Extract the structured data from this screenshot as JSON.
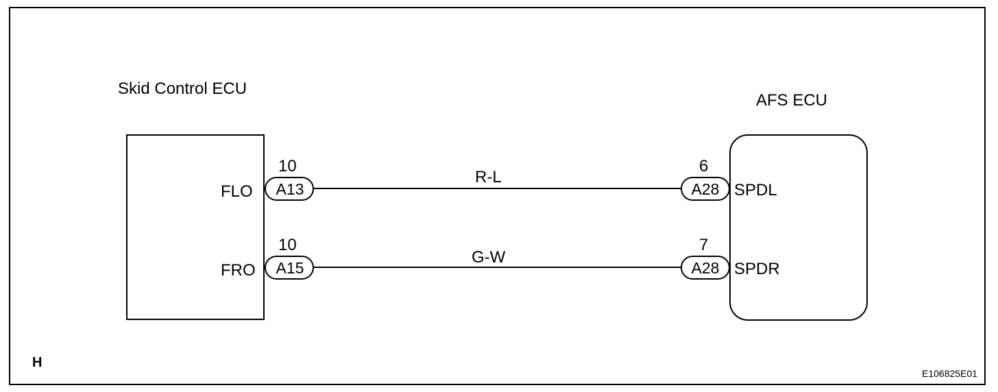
{
  "components": {
    "left_ecu": "Skid Control ECU",
    "right_ecu": "AFS ECU"
  },
  "circuits": [
    {
      "left_terminal": "FLO",
      "left_pin": "10",
      "left_connector": "A13",
      "wire_color": "R-L",
      "right_pin": "6",
      "right_connector": "A28",
      "right_terminal": "SPDL"
    },
    {
      "left_terminal": "FRO",
      "left_pin": "10",
      "left_connector": "A15",
      "wire_color": "G-W",
      "right_pin": "7",
      "right_connector": "A28",
      "right_terminal": "SPDR"
    }
  ],
  "corner_label": "H",
  "figure_code": "E106825E01"
}
